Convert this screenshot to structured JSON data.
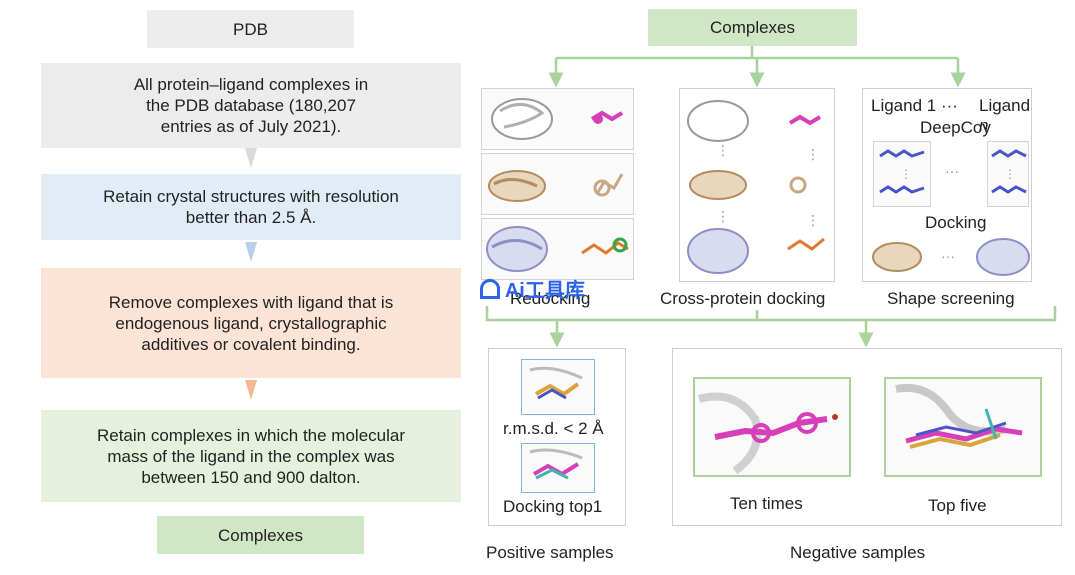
{
  "left": {
    "pdb": "PDB",
    "step1": "All protein–ligand complexes in\nthe PDB database (180,207\nentries as of July 2021).",
    "step2": "Retain crystal structures with resolution\nbetter than 2.5 Å.",
    "step3": "Remove complexes with ligand that is\nendogenous ligand, crystallographic\nadditives or covalent binding.",
    "step4": "Retain complexes in which the molecular\nmass of the ligand in the complex was\nbetween 150 and 900 dalton.",
    "complexes": "Complexes"
  },
  "right": {
    "top": "Complexes",
    "redocking": "Redocking",
    "cross": "Cross-protein docking",
    "shape": "Shape screening",
    "ligand1": "Ligand 1",
    "ellipsis": "···",
    "ligandn_a": "Ligand ",
    "ligandn_b": "n",
    "deepcoy": "DeepCoy",
    "docking": "Docking",
    "rmsd": "r.m.s.d. < 2 Å",
    "top1": "Docking top1",
    "tentimes": "Ten times",
    "topfive": "Top five",
    "positive": "Positive samples",
    "negative": "Negative samples"
  },
  "logo": "Ai工具库",
  "colors": {
    "green_arrow": "#a9d39a",
    "gray_arrow": "#d9d9d9",
    "blue_arrow": "#b7cfea",
    "peach_arrow": "#f2b893",
    "magenta": "#d63fb8",
    "protein_gray": "#a8a8a8",
    "protein_tan": "#c8a783",
    "protein_lavender": "#a8aad8"
  }
}
